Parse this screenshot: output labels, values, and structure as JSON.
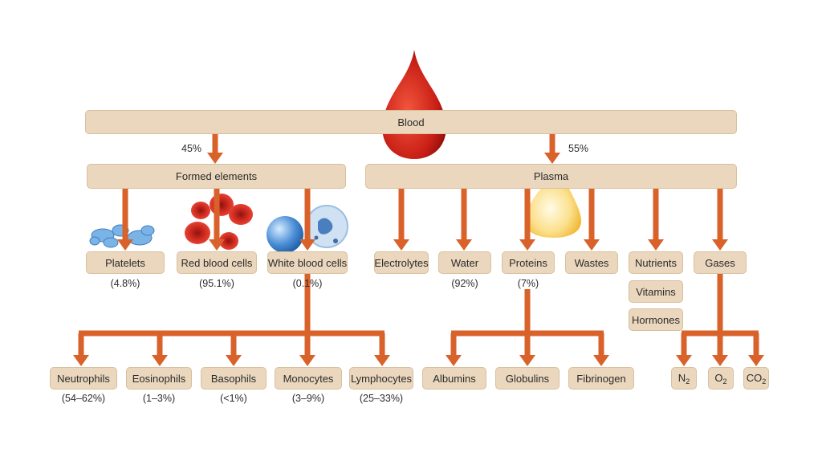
{
  "colors": {
    "arrow": "#d9622b",
    "box": "#ead7bd",
    "box_border": "#d9c09e",
    "blood_drop": "#c91f16",
    "plasma_drop": "#f3c14a"
  },
  "root": {
    "label": "Blood"
  },
  "split": {
    "formed_pct": "45%",
    "plasma_pct": "55%"
  },
  "formed": {
    "label": "Formed elements",
    "items": [
      {
        "label": "Platelets",
        "pct": "(4.8%)"
      },
      {
        "label": "Red blood cells",
        "pct": "(95.1%)"
      },
      {
        "label": "White blood cells",
        "pct": "(0.1%)"
      }
    ],
    "wbc_types": [
      {
        "label": "Neutrophils",
        "pct": "(54–62%)"
      },
      {
        "label": "Eosinophils",
        "pct": "(1–3%)"
      },
      {
        "label": "Basophils",
        "pct": "(<1%)"
      },
      {
        "label": "Monocytes",
        "pct": "(3–9%)"
      },
      {
        "label": "Lymphocytes",
        "pct": "(25–33%)"
      }
    ]
  },
  "plasma": {
    "label": "Plasma",
    "items": [
      {
        "label": "Electrolytes"
      },
      {
        "label": "Water",
        "pct": "(92%)"
      },
      {
        "label": "Proteins",
        "pct": "(7%)"
      },
      {
        "label": "Wastes"
      },
      {
        "label": "Nutrients"
      },
      {
        "label": "Gases"
      }
    ],
    "extra": [
      {
        "label": "Vitamins"
      },
      {
        "label": "Hormones"
      }
    ],
    "proteins": [
      {
        "label": "Albumins"
      },
      {
        "label": "Globulins"
      },
      {
        "label": "Fibrinogen"
      }
    ],
    "gases": [
      {
        "base": "N",
        "sub": "2"
      },
      {
        "base": "O",
        "sub": "2"
      },
      {
        "base": "CO",
        "sub": "2"
      }
    ]
  }
}
